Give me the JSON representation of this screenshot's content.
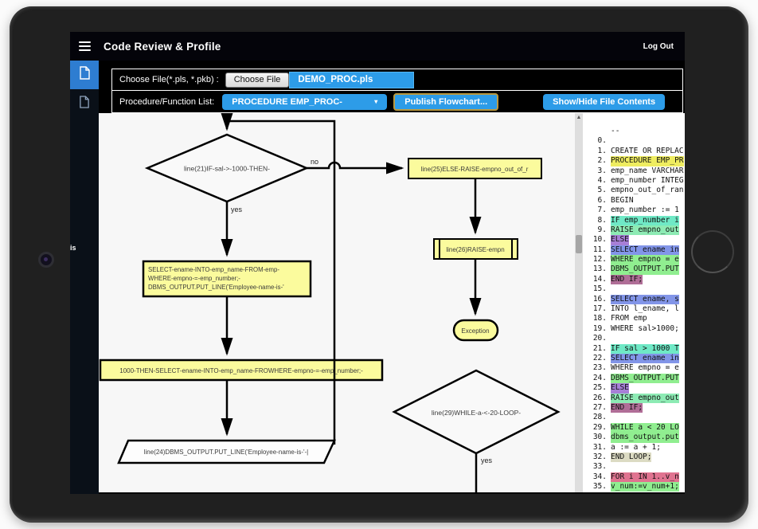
{
  "header": {
    "title": "Code Review & Profile",
    "logout": "Log Out"
  },
  "sidebar": {
    "peek_text": "is",
    "items": [
      {
        "name": "file-1",
        "icon": "document-icon",
        "active": true
      },
      {
        "name": "file-2",
        "icon": "document-icon",
        "active": false
      }
    ]
  },
  "toolbar": {
    "file_label": "Choose File(*.pls, *.pkb) :",
    "choose_file_button": "Choose File",
    "file_name": "DEMO_PROC.pls",
    "proc_label": "Procedure/Function List:",
    "proc_select": "PROCEDURE EMP_PROC-",
    "caret_icon": "▾",
    "publish_button": "Publish Flowchart...",
    "toggle_button": "Show/Hide File Contents"
  },
  "colors": {
    "accent_blue": "#2d9ce8",
    "active_item_blue": "#2e7dd1",
    "node_yellow": "#fbfb9d",
    "publish_focus_ring": "#b9983f"
  },
  "flowchart": {
    "diamond1": "line(21)IF-sal->-1000-THEN-",
    "no_label": "no",
    "yes_label": "yes",
    "else_box": "line(25)ELSE-RAISE-empno_out_of_r",
    "raise_box": "line(26)RAISE-empn",
    "exception_oval": "Exception",
    "select_lines": [
      "SELECT-ename-INTO-emp_name-FROM-emp-",
      "WHERE-empno-=-emp_number;-",
      "DBMS_OUTPUT.PUT_LINE('Employee-name-is-'"
    ],
    "wide_box": "1000-THEN-SELECT-ename-INTO-emp_name-FROWHERE-empno-=-emp_number;-",
    "parallelogram": "line(24)DBMS_OUTPUT.PUT_LINE('Employee-name-is-'-|",
    "diamond2": "line(29)WHILE-a-<-20-LOOP-",
    "yes_label2": "yes"
  },
  "scrollbar": {
    "up_arrow": "▲"
  },
  "code_panel": {
    "partial_top": "--",
    "lines": [
      [
        "0.",
        "",
        ""
      ],
      [
        "1.",
        "CREATE OR REPLAC",
        ""
      ],
      [
        "2.",
        "PROCEDURE EMP_PR",
        "y"
      ],
      [
        "3.",
        "emp_name VARCHAR",
        ""
      ],
      [
        "4.",
        "emp_number INTEG",
        ""
      ],
      [
        "5.",
        "empno_out_of_ran",
        ""
      ],
      [
        "6.",
        "BEGIN",
        ""
      ],
      [
        "7.",
        "emp_number := 1",
        ""
      ],
      [
        "8.",
        "IF emp_number i",
        "c"
      ],
      [
        "9.",
        "RAISE empno_out",
        "t"
      ],
      [
        "10.",
        "ELSE",
        "p"
      ],
      [
        "11.",
        "SELECT ename in",
        "b"
      ],
      [
        "12.",
        "WHERE empno = e",
        "g"
      ],
      [
        "13.",
        "DBMS_OUTPUT.PUT",
        "g"
      ],
      [
        "14.",
        "END IF;",
        "r"
      ],
      [
        "15.",
        "",
        ""
      ],
      [
        "16.",
        "SELECT ename, s",
        "b"
      ],
      [
        "17.",
        "INTO l_ename, l",
        ""
      ],
      [
        "18.",
        "FROM emp",
        ""
      ],
      [
        "19.",
        "WHERE sal>1000;",
        ""
      ],
      [
        "20.",
        "",
        ""
      ],
      [
        "21.",
        "IF sal > 1000 T",
        "c"
      ],
      [
        "22.",
        "SELECT ename in",
        "b"
      ],
      [
        "23.",
        "WHERE empno = e",
        ""
      ],
      [
        "24.",
        "DBMS_OUTPUT.PUT",
        "g"
      ],
      [
        "25.",
        "ELSE",
        "p"
      ],
      [
        "26.",
        "RAISE empno_out",
        "t"
      ],
      [
        "27.",
        "END IF;",
        "r"
      ],
      [
        "28.",
        "",
        ""
      ],
      [
        "29.",
        "WHILE a < 20 LO",
        "g"
      ],
      [
        "30.",
        "dbms_output.put",
        "g"
      ],
      [
        "31.",
        "a := a + 1;",
        ""
      ],
      [
        "32.",
        "END LOOP;",
        "e"
      ],
      [
        "33.",
        "",
        ""
      ],
      [
        "34.",
        "FOR i IN 1..v_n",
        "f"
      ],
      [
        "35.",
        "v_num:=v_num+1;",
        "g"
      ]
    ]
  }
}
